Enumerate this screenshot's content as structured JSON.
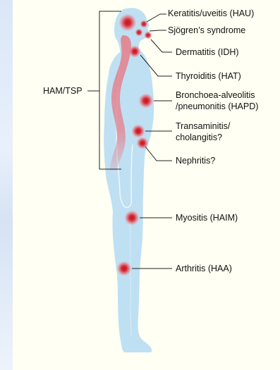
{
  "diagram": {
    "left_label": "HAM/TSP",
    "labels": [
      {
        "id": "hau",
        "text": "Keratitis/uveitis (HAU)"
      },
      {
        "id": "sjogren",
        "text": "Sjögren’s syndrome"
      },
      {
        "id": "idh",
        "text": "Dermatitis (IDH)"
      },
      {
        "id": "hat",
        "text": "Thyroiditis (HAT)"
      },
      {
        "id": "hapd1",
        "text": "Bronchoea-alveolitis"
      },
      {
        "id": "hapd2",
        "text": "/pneumonitis (HAPD)"
      },
      {
        "id": "trans1",
        "text": "Transaminitis/"
      },
      {
        "id": "trans2",
        "text": "cholangitis?"
      },
      {
        "id": "nephritis",
        "text": "Nephritis?"
      },
      {
        "id": "haim",
        "text": "Myositis (HAIM)"
      },
      {
        "id": "haa",
        "text": "Arthritis (HAA)"
      }
    ]
  },
  "colors": {
    "body_fill": "#bfe0f3",
    "inflammation": "#d9232e",
    "background": "#fffff3",
    "line": "#222222"
  }
}
